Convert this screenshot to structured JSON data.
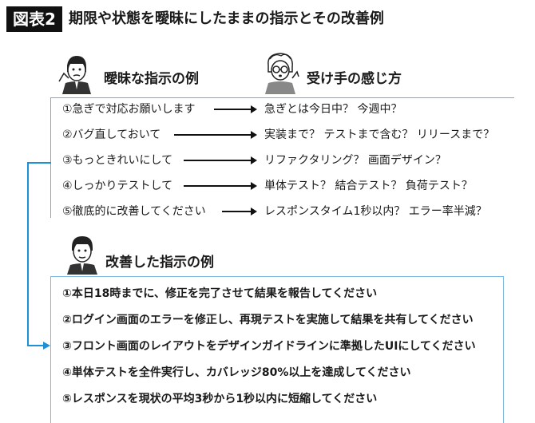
{
  "header": {
    "badge": "図表2",
    "title": "期限や状態を曖昧にしたままの指示とその改善例"
  },
  "sections": {
    "vague_label": "曖昧な指示の例",
    "receiver_label": "受け手の感じ方",
    "improved_label": "改善した指示の例"
  },
  "vague_rows": [
    {
      "instruction": "①急ぎで対応お願いします",
      "perception": "急ぎとは今日中？ 今週中？"
    },
    {
      "instruction": "②バグ直しておいて",
      "perception": "実装まで？ テストまで含む？ リリースまで？"
    },
    {
      "instruction": "③もっときれいにして",
      "perception": "リファクタリング？ 画面デザイン？"
    },
    {
      "instruction": "④しっかりテストして",
      "perception": "単体テスト？ 結合テスト？ 負荷テスト？"
    },
    {
      "instruction": "⑤徹底的に改善してください",
      "perception": "レスポンスタイム1秒以内？ エラー率半減？"
    }
  ],
  "improved_items": [
    "①本日18時までに、修正を完了させて結果を報告してください",
    "②ログイン画面のエラーを修正し、再現テストを実施して結果を共有してください",
    "③フロント画面のレイアウトをデザインガイドラインに準拠したUIにしてください",
    "④単体テストを全件実行し、カバレッジ80%以上を達成してください",
    "⑤レスポンスを現状の平均3秒から1秒以内に短縮してください"
  ],
  "colors": {
    "accent_blue": "#1e90d6",
    "box_border": "#7fb7de",
    "badge_bg": "#111111"
  }
}
